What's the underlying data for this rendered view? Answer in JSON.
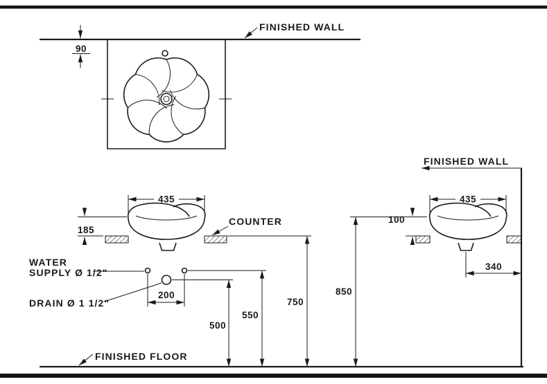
{
  "drawing": {
    "title": "basin-installation-dimension-drawing",
    "labels": {
      "finished_wall_top": "FINISHED WALL",
      "finished_wall_side": "FINISHED WALL",
      "finished_floor": "FINISHED FLOOR",
      "counter": "COUNTER",
      "water_supply_line1": "WATER",
      "water_supply_line2": "SUPPLY Ø 1/2\"",
      "drain": "DRAIN Ø 1 1/2\""
    },
    "dims": {
      "faucet_from_wall": "90",
      "front_width": "435",
      "basin_height_above_counter": "185",
      "supply_spacing": "200",
      "drain_height": "500",
      "supply_height": "550",
      "counter_height": "750",
      "rim_height": "850",
      "side_width": "435",
      "side_rim_above_counter": "100",
      "drain_from_wall": "340"
    },
    "colors": {
      "line": "#1a1a1a",
      "background": "#ffffff"
    }
  }
}
